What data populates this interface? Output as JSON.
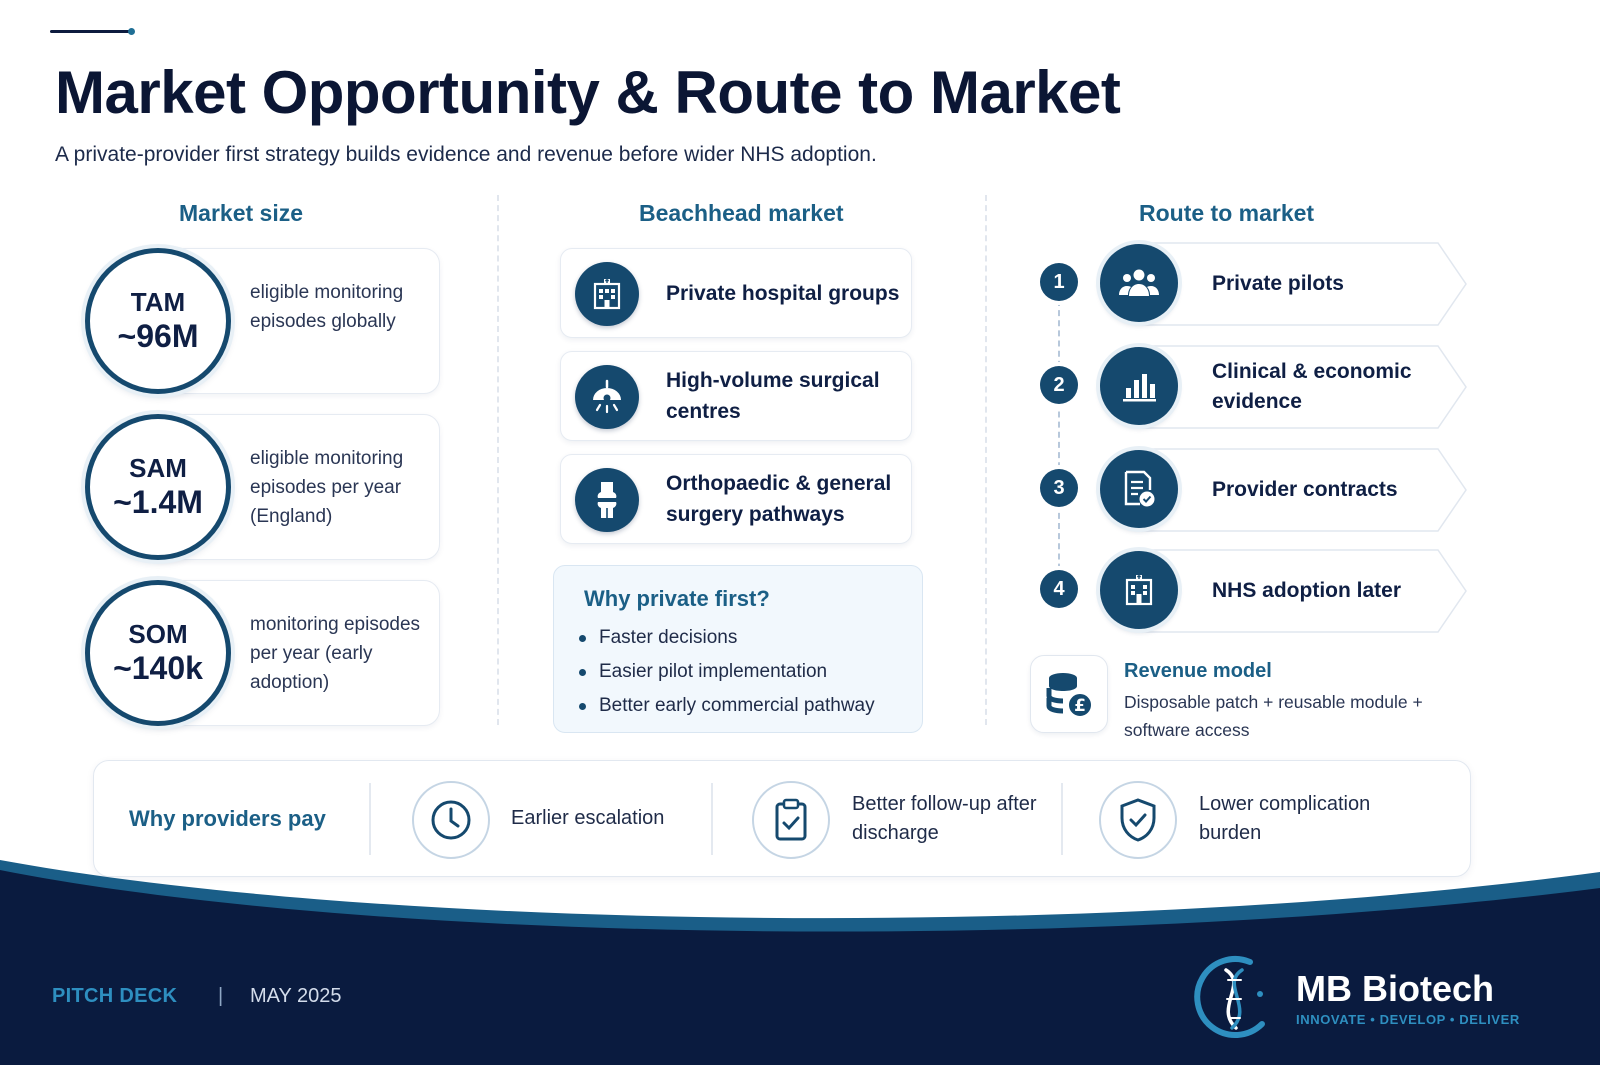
{
  "header": {
    "title": "Market Opportunity & Route to Market",
    "subtitle": "A private-provider first strategy builds evidence and revenue before wider NHS adoption."
  },
  "market_size": {
    "title": "Market size",
    "items": [
      {
        "label": "TAM",
        "value": "~96M",
        "desc": "eligible monitoring episodes globally"
      },
      {
        "label": "SAM",
        "value": "~1.4M",
        "desc": "eligible monitoring episodes per year (England)"
      },
      {
        "label": "SOM",
        "value": "~140k",
        "desc": "monitoring episodes per year (early adoption)"
      }
    ]
  },
  "beachhead": {
    "title": "Beachhead market",
    "items": [
      {
        "label": "Private hospital groups",
        "icon": "hospital-icon"
      },
      {
        "label": "High-volume surgical centres",
        "icon": "surgical-lamp-icon"
      },
      {
        "label": "Orthopaedic & general surgery pathways",
        "icon": "knee-joint-icon"
      }
    ],
    "why": {
      "title": "Why private first?",
      "points": [
        "Faster decisions",
        "Easier pilot implementation",
        "Better early commercial pathway"
      ]
    }
  },
  "route": {
    "title": "Route to market",
    "steps": [
      {
        "number": "1",
        "label": "Private pilots",
        "icon": "people-group-icon"
      },
      {
        "number": "2",
        "label": "Clinical & economic evidence",
        "icon": "bar-chart-icon"
      },
      {
        "number": "3",
        "label": "Provider contracts",
        "icon": "contract-check-icon"
      },
      {
        "number": "4",
        "label": "NHS adoption later",
        "icon": "hospital-icon"
      }
    ],
    "revenue": {
      "title": "Revenue model",
      "text": "Disposable patch + reusable module + software access",
      "icon": "coins-pound-icon"
    }
  },
  "providers": {
    "title": "Why providers pay",
    "items": [
      {
        "label": "Earlier escalation",
        "icon": "clock-icon"
      },
      {
        "label": "Better follow-up after discharge",
        "icon": "clipboard-check-icon"
      },
      {
        "label": "Lower complication burden",
        "icon": "shield-check-icon"
      }
    ]
  },
  "footer": {
    "deck_label": "PITCH DECK",
    "separator": "|",
    "date": "MAY 2025",
    "brand_name": "MB Biotech",
    "brand_tagline": "INNOVATE • DEVELOP • DELIVER"
  },
  "colors": {
    "navy": "#0b1634",
    "primary": "#15496e",
    "accent": "#1b5f86",
    "footer_bg": "#0a1b3f",
    "footer_wave": "#1a5e88"
  }
}
